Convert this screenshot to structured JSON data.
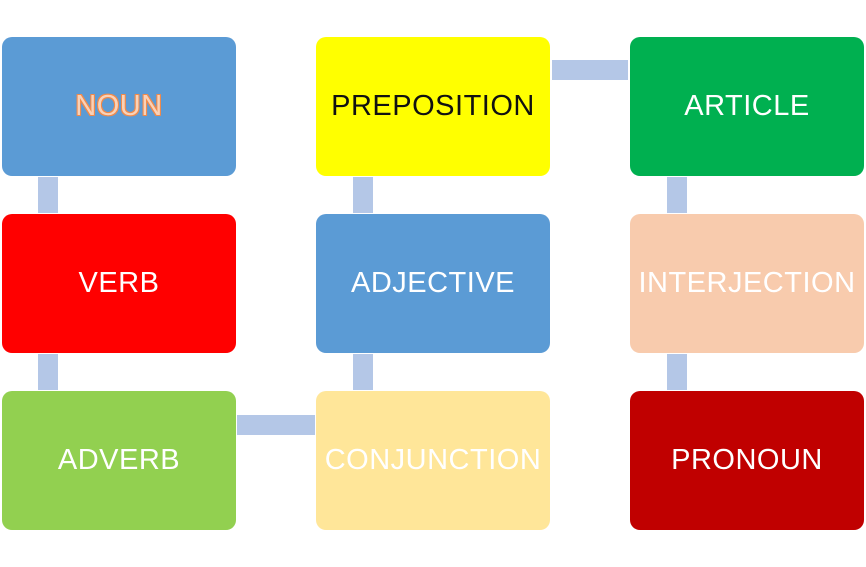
{
  "nodes": {
    "noun": {
      "label": "NOUN",
      "fill": "#5b9bd5",
      "text_color": "#f9d2b8"
    },
    "verb": {
      "label": "VERB",
      "fill": "#ff0000",
      "text_color": "#ffffff"
    },
    "adverb": {
      "label": "ADVERB",
      "fill": "#92d050",
      "text_color": "#ffffff"
    },
    "preposition": {
      "label": "PREPOSITION",
      "fill": "#ffff00",
      "text_color": "#111111"
    },
    "adjective": {
      "label": "ADJECTIVE",
      "fill": "#5b9bd5",
      "text_color": "#ffffff"
    },
    "conjunction": {
      "label": "CONJUNCTION",
      "fill": "#ffe699",
      "text_color": "#ffffff"
    },
    "article": {
      "label": "ARTICLE",
      "fill": "#00b050",
      "text_color": "#ffffff"
    },
    "interjection": {
      "label": "INTERJECTION",
      "fill": "#f8cbad",
      "text_color": "#ffffff"
    },
    "pronoun": {
      "label": "PRONOUN",
      "fill": "#c00000",
      "text_color": "#ffffff"
    }
  },
  "connector_color": "#b4c7e7",
  "sequence": [
    "noun",
    "verb",
    "adverb",
    "conjunction",
    "adjective",
    "preposition",
    "article",
    "interjection",
    "pronoun"
  ]
}
